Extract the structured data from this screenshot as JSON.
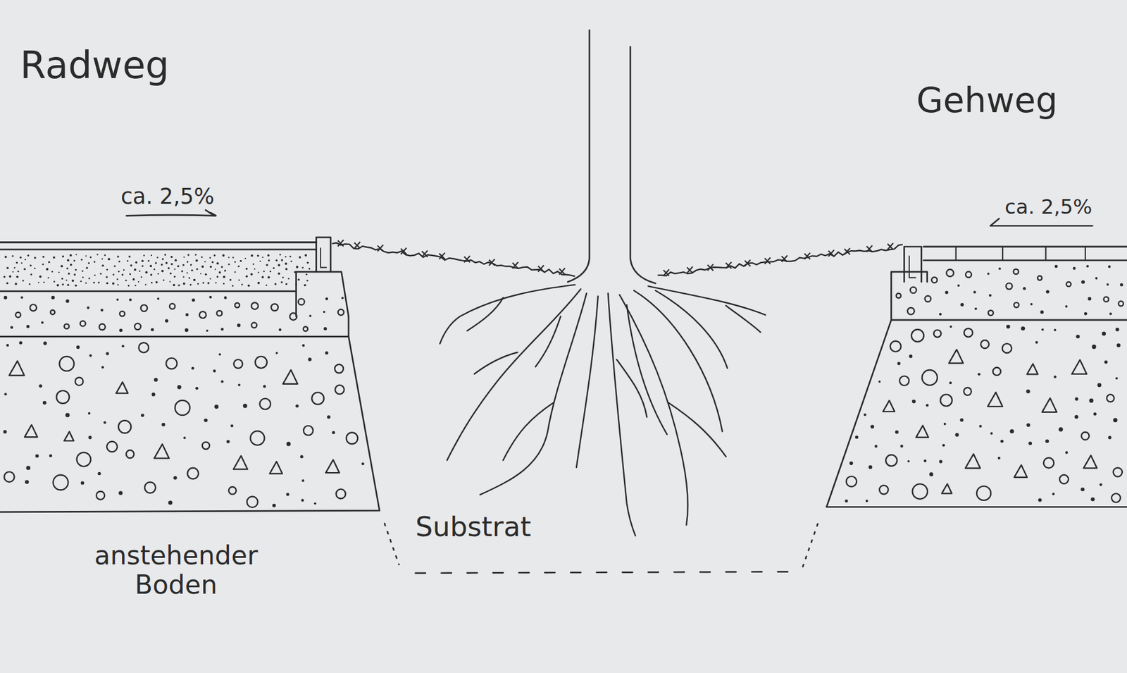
{
  "diagram": {
    "labels": [
      "Radweg",
      "Gehweg",
      "ca. 2,5%",
      "ca. 2,5%",
      "Substrat",
      "anstehender Boden"
    ]
  }
}
